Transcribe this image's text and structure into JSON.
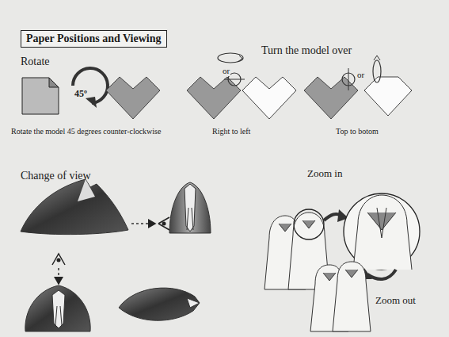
{
  "diagram": {
    "nodes": [
      {
        "text": [
          "Paper Positions and Viewing"
        ]
      }
    ],
    "labels": [
      "Rotate",
      "45º",
      "Rotate the model 45 degrees counter-clockwise",
      "Turn the model over",
      "or",
      "or",
      "Right to left",
      "Top to botom",
      "Change of view",
      "Zoom in",
      "Zoom out"
    ]
  }
}
